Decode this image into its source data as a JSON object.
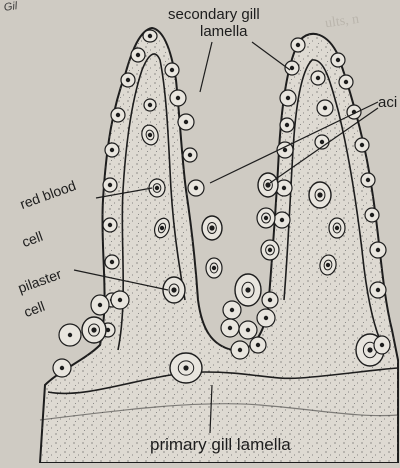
{
  "labels": {
    "secondary_line1": "secondary gill",
    "secondary_line2": "lamella",
    "acidophil_partial": "aci",
    "red_blood_line1": "red blood",
    "red_blood_line2": "cell",
    "pilaster_line1": "pilaster",
    "pilaster_line2": "cell",
    "primary": "primary gill lamella",
    "corner_fragment": "Gil"
  },
  "colors": {
    "page": "#cfcbc3",
    "tissue": "#dedad2",
    "ink": "#1d1d1d"
  }
}
